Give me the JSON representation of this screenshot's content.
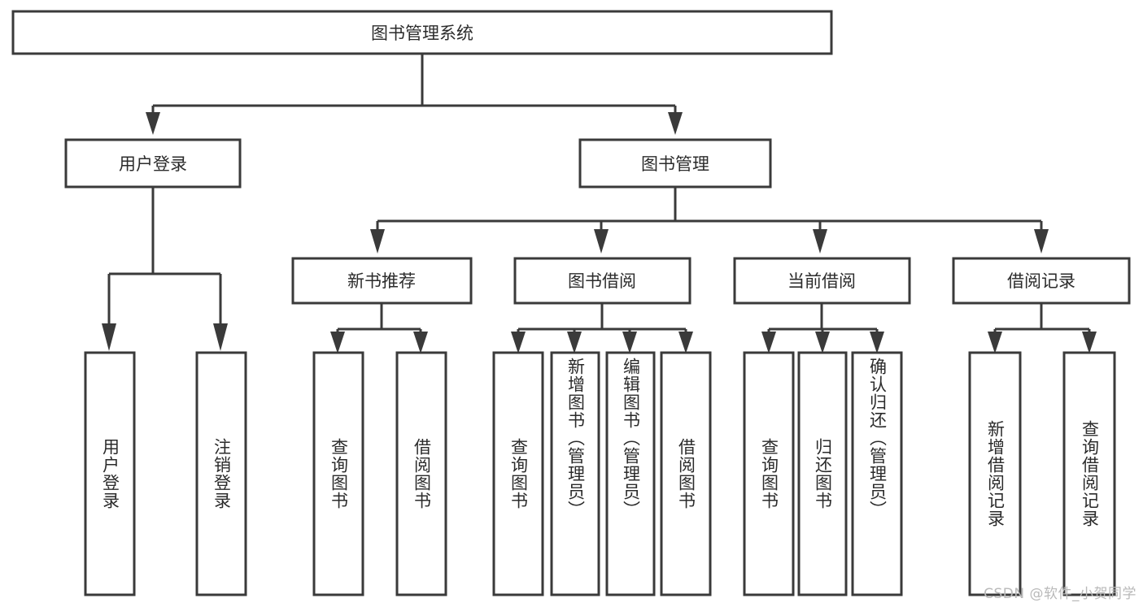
{
  "diagram": {
    "type": "hierarchy-tree",
    "title": "图书管理系统",
    "watermark": "CSDN @软件_小贺同学",
    "colors": {
      "box_stroke": "#3a3a3a",
      "box_fill": "#ffffff",
      "text": "#2b2b2b",
      "background": "#ffffff",
      "watermark": "#b9b9b9"
    },
    "levels": {
      "root": {
        "label": "图书管理系统"
      },
      "level2": [
        {
          "id": "user-login",
          "label": "用户登录"
        },
        {
          "id": "book-manage",
          "label": "图书管理"
        }
      ],
      "level3": [
        {
          "id": "new-book-recommend",
          "label": "新书推荐",
          "parent": "book-manage"
        },
        {
          "id": "book-borrow",
          "label": "图书借阅",
          "parent": "book-manage"
        },
        {
          "id": "current-borrow",
          "label": "当前借阅",
          "parent": "book-manage"
        },
        {
          "id": "borrow-record",
          "label": "借阅记录",
          "parent": "book-manage"
        }
      ],
      "leaves": {
        "user-login": [
          {
            "id": "leaf-user-login",
            "label": "用户登录"
          },
          {
            "id": "leaf-user-logout",
            "label": "注销登录"
          }
        ],
        "new-book-recommend": [
          {
            "id": "leaf-query-book-1",
            "label": "查询图书"
          },
          {
            "id": "leaf-borrow-book-1",
            "label": "借阅图书"
          }
        ],
        "book-borrow": [
          {
            "id": "leaf-query-book-2",
            "label": "查询图书"
          },
          {
            "id": "leaf-add-book",
            "label": "新增图书（管理员）"
          },
          {
            "id": "leaf-edit-book",
            "label": "编辑图书（管理员）"
          },
          {
            "id": "leaf-borrow-book-2",
            "label": "借阅图书"
          }
        ],
        "current-borrow": [
          {
            "id": "leaf-query-book-3",
            "label": "查询图书"
          },
          {
            "id": "leaf-return-book",
            "label": "归还图书"
          },
          {
            "id": "leaf-confirm-return",
            "label": "确认归还（管理员）"
          }
        ],
        "borrow-record": [
          {
            "id": "leaf-add-record",
            "label": "新增借阅记录"
          },
          {
            "id": "leaf-query-record",
            "label": "查询借阅记录"
          }
        ]
      }
    }
  }
}
